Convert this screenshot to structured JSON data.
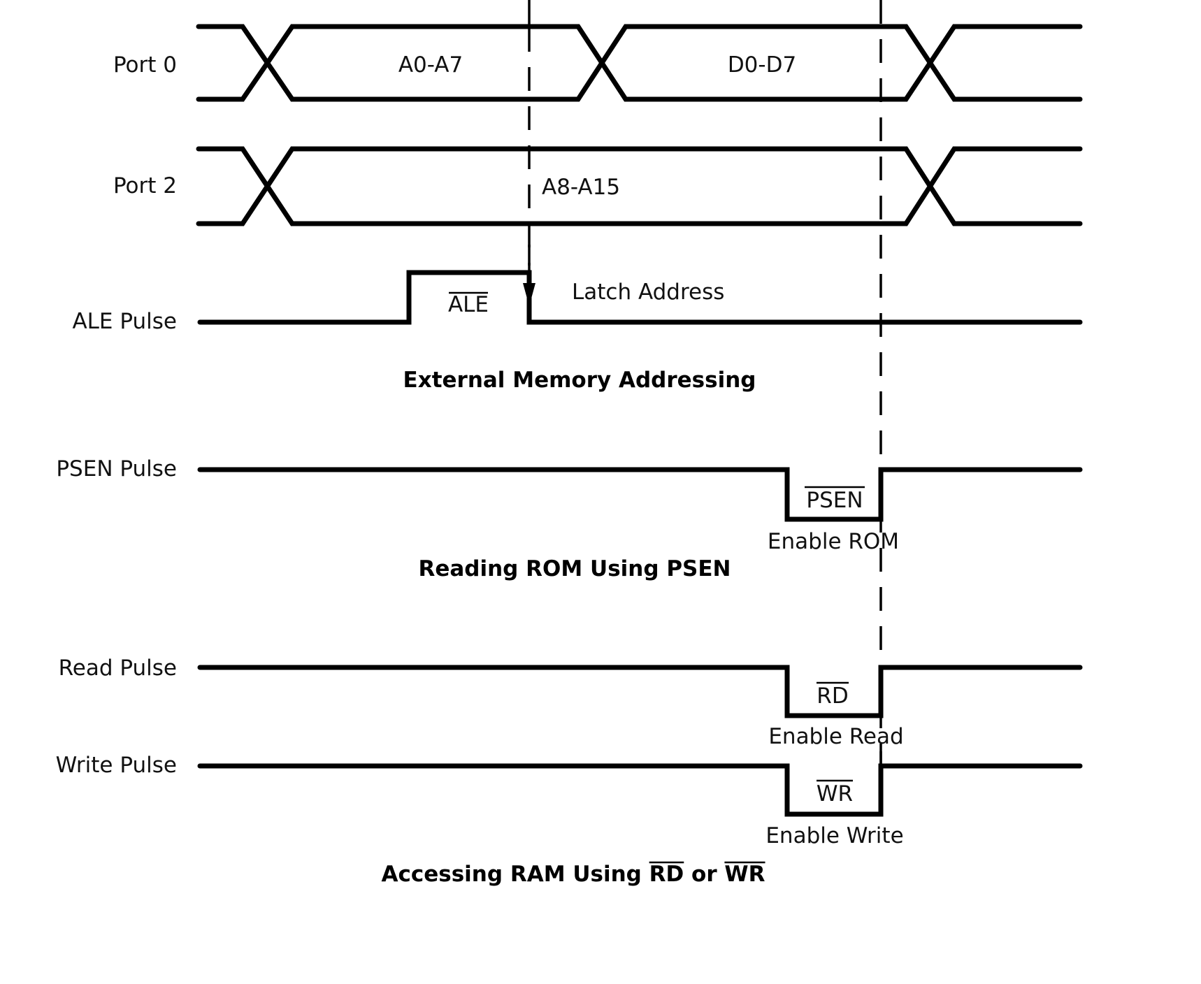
{
  "signals": {
    "port0": {
      "label": "Port 0",
      "segments": [
        "A0-A7",
        "D0-D7"
      ]
    },
    "port2": {
      "label": "Port 2",
      "segments": [
        "A8-A15"
      ]
    },
    "ale": {
      "label": "ALE Pulse",
      "pulse_label": "ALE",
      "annotation": "Latch Address"
    },
    "psen": {
      "label": "PSEN Pulse",
      "pulse_label": "PSEN",
      "annotation": "Enable ROM"
    },
    "read": {
      "label": "Read Pulse",
      "pulse_label": "RD",
      "annotation": "Enable Read"
    },
    "write": {
      "label": "Write Pulse",
      "pulse_label": "WR",
      "annotation": "Enable Write"
    }
  },
  "captions": {
    "external_memory": "External Memory Addressing",
    "reading_rom": "Reading ROM Using PSEN",
    "accessing_ram_prefix": "Accessing RAM Using ",
    "accessing_ram_rd": "RD",
    "accessing_ram_or": " or ",
    "accessing_ram_wr": "WR"
  },
  "overbar_signals": [
    "ALE",
    "PSEN",
    "RD",
    "WR"
  ]
}
